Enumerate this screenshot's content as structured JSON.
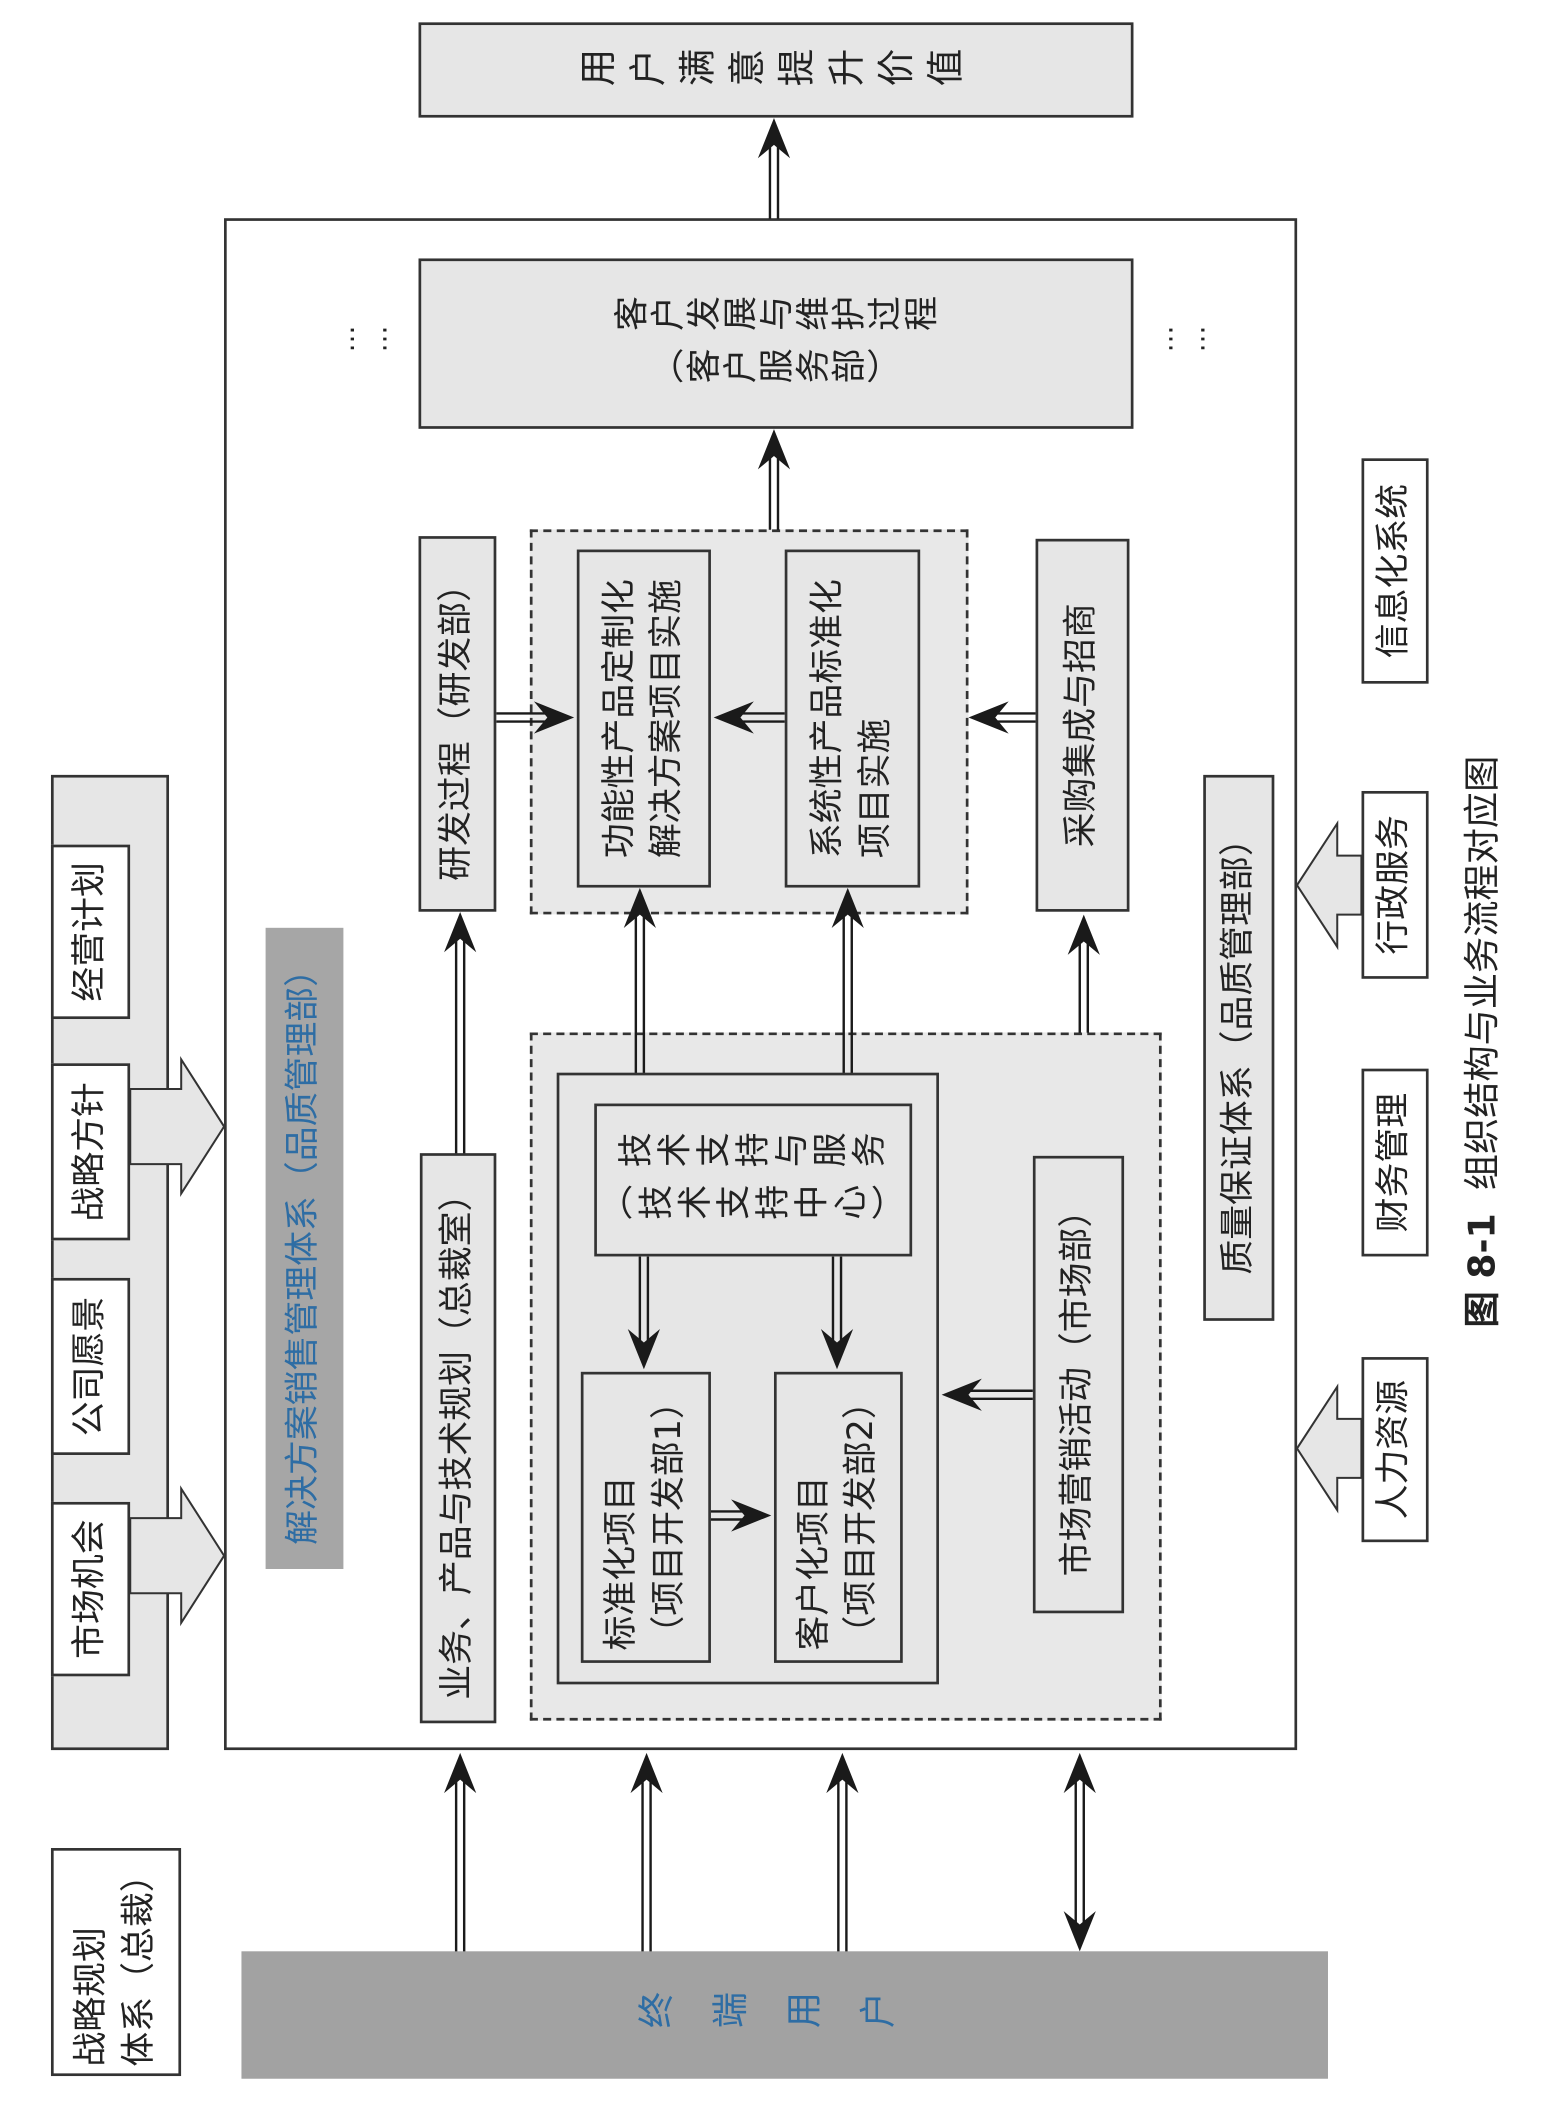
{
  "top_value": "用户满意提升价值",
  "customer": {
    "title": "客户发展与维护过程",
    "dept": "（客户服务部）"
  },
  "ellipsis": "……",
  "rd": "研发过程（研发部）",
  "func": [
    "功能性产品定制化",
    "解决方案项目实施"
  ],
  "sys": [
    "系统性产品标准化",
    "项目实施"
  ],
  "proc": "采购集成与招商",
  "plan": "业务、产品与技术规划（总裁室）",
  "tech": {
    "title": "技术支持与服务",
    "dept": "（技术支持中心）"
  },
  "std": [
    "标准化项目",
    "（项目开发部1）"
  ],
  "cz": [
    "客户化项目",
    "（项目开发部2）"
  ],
  "mkt": "市场营销活动（市场部）",
  "solution": "解决方案销售管理体系（品质管理部）",
  "qa": "质量保证体系（品质管理部）",
  "left_inputs": [
    "市场机会",
    "公司愿景",
    "战略方针",
    "经营计划"
  ],
  "right_support": [
    "信息化系统",
    "行政服务",
    "财务管理",
    "人力资源"
  ],
  "strategy": [
    "战略规划",
    "体系（总裁）"
  ],
  "end_user": "终端用户",
  "caption": {
    "label": "图 8-1",
    "title": "组织结构与业务流程对应图"
  },
  "colors": {
    "box_fill": "#e6e6e6",
    "solution_fill": "#a6a6a6",
    "end_user_fill": "#a2a2a2",
    "blue_text": "#2e6da4",
    "line": "#333333"
  }
}
